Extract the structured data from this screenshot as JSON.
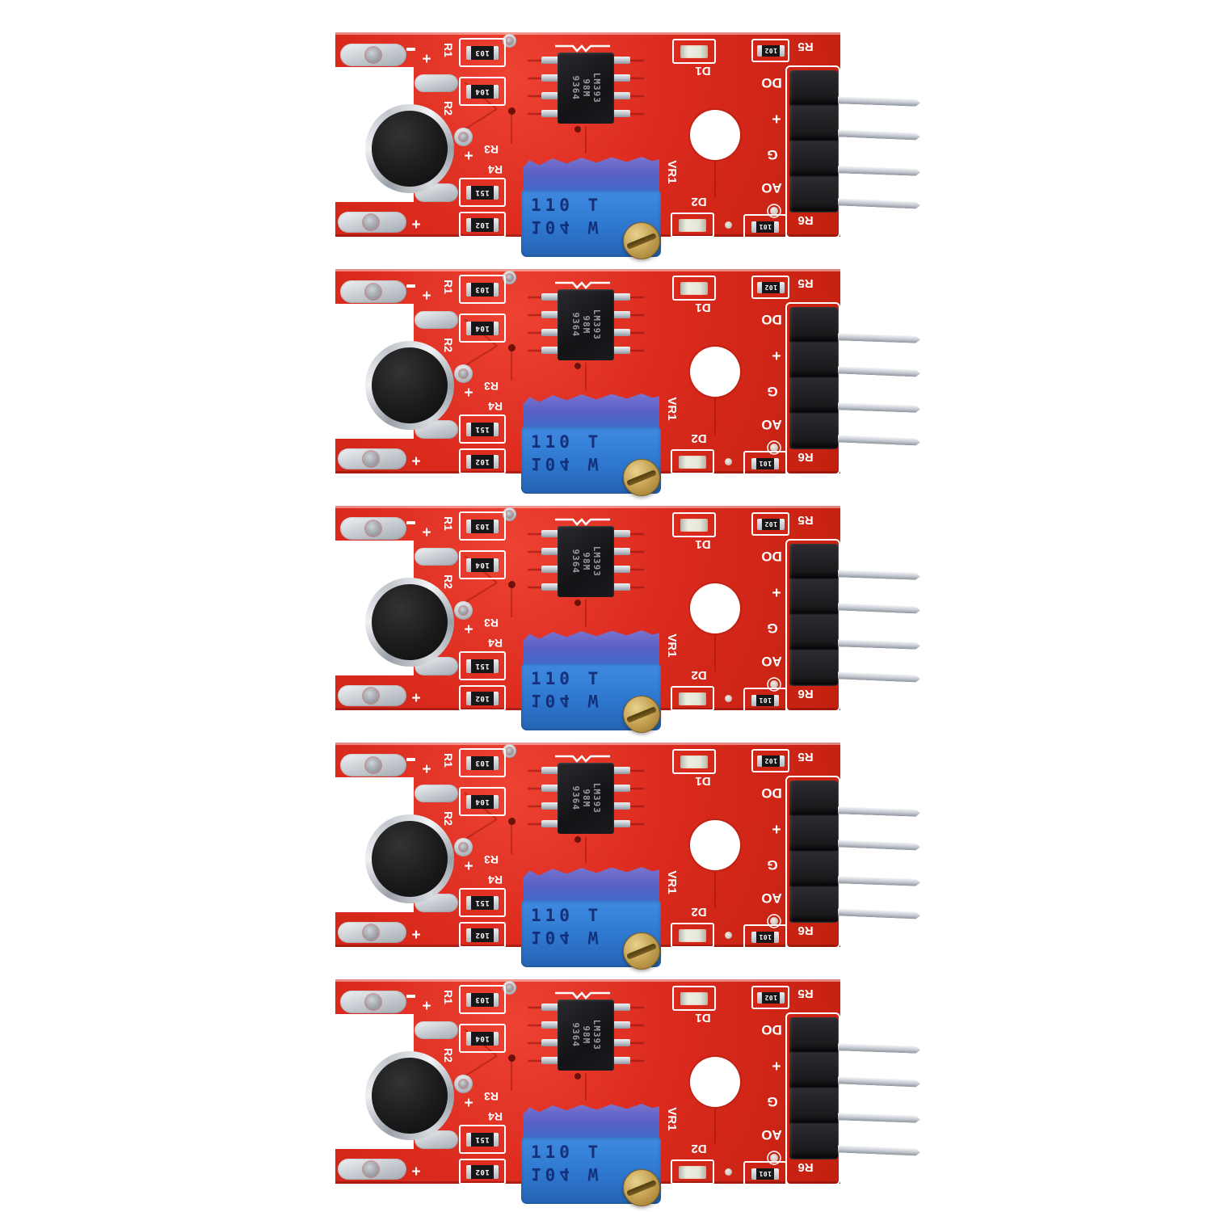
{
  "scene": {
    "background_color": "#ffffff",
    "module_count": 5,
    "item": "red PCB microphone sound sensor module"
  },
  "module": {
    "silkscreen": {
      "r1": "R1",
      "r2": "R2",
      "r3": "R3",
      "r4": "R4",
      "r5": "R5",
      "r6": "R6",
      "d1": "D1",
      "d2": "D2",
      "vr1": "VR1",
      "do": "DO",
      "plus_pin": "+",
      "g": "G",
      "ao": "AO",
      "plus_top": "+",
      "plus_mid": "+",
      "plus_bottom": "+"
    },
    "ic": {
      "line1": "LM393",
      "line2": "98M",
      "line3": "9364"
    },
    "trimmer": {
      "line1": "110 T",
      "line2": "104 W"
    },
    "resistors": {
      "r1": "103",
      "r2": "104",
      "r3": "151",
      "r4": "102",
      "r5": "102",
      "r6": "101"
    },
    "colors": {
      "pcb_red": "#d7271b",
      "trimmer_blue": "#2f7cd4",
      "trimmer_top_purple": "#5a60c4",
      "screw_brass": "#c2a050",
      "pin_silver": "#c6cbd2",
      "header_black": "#19191c",
      "silkscreen_white": "#ffffff",
      "mic_black": "#1e1e1e",
      "led_body": "#e4e6d8"
    }
  }
}
